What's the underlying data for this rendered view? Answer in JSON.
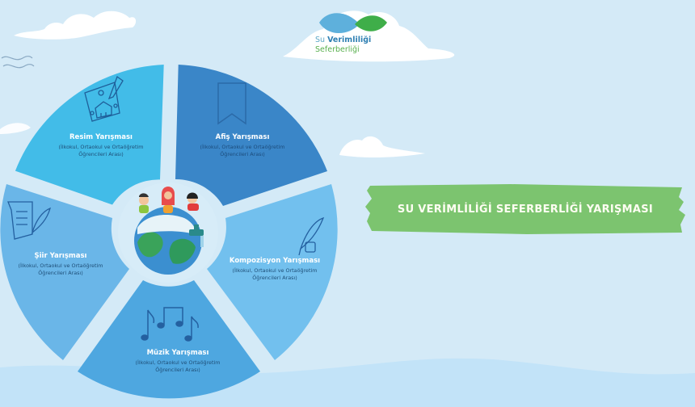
{
  "logo": {
    "line1_prefix": "Su ",
    "line1_bold": "Verimliliği",
    "line2": "Seferberliği"
  },
  "banner": {
    "title": "SU VERİMLİLİĞİ SEFERBERLİĞİ YARIŞMASI",
    "color": "#7cc46f"
  },
  "wheel": {
    "segments": [
      {
        "title": "Resim Yarışması",
        "sub1": "(İlkokul, Ortaokul ve Ortaöğretim",
        "sub2": "Öğrencileri Arası)",
        "icon": "drawing-icon",
        "color": "#42bce8"
      },
      {
        "title": "Afiş Yarışması",
        "sub1": "(İlkokul, Ortaokul ve Ortaöğretim",
        "sub2": "Öğrencileri Arası)",
        "icon": "bookmark-icon",
        "color": "#3a86c8"
      },
      {
        "title": "Kompozisyon Yarışması",
        "sub1": "(İlkokul, Ortaokul ve Ortaöğretim",
        "sub2": "Öğrencileri Arası)",
        "icon": "quill-ink-icon",
        "color": "#72c0ee"
      },
      {
        "title": "Müzik Yarışması",
        "sub1": "(İlkokul, Ortaokul ve Ortaöğretim",
        "sub2": "Öğrencileri Arası)",
        "icon": "music-notes-icon",
        "color": "#4ea7e0"
      },
      {
        "title": "Şiir Yarışması",
        "sub1": "(İlkokul, Ortaokul ve Ortaöğretim",
        "sub2": "Öğrencileri Arası)",
        "icon": "scroll-quill-icon",
        "color": "#6ab6e8"
      }
    ],
    "hub_icon": "earth-children-faucet-icon"
  }
}
